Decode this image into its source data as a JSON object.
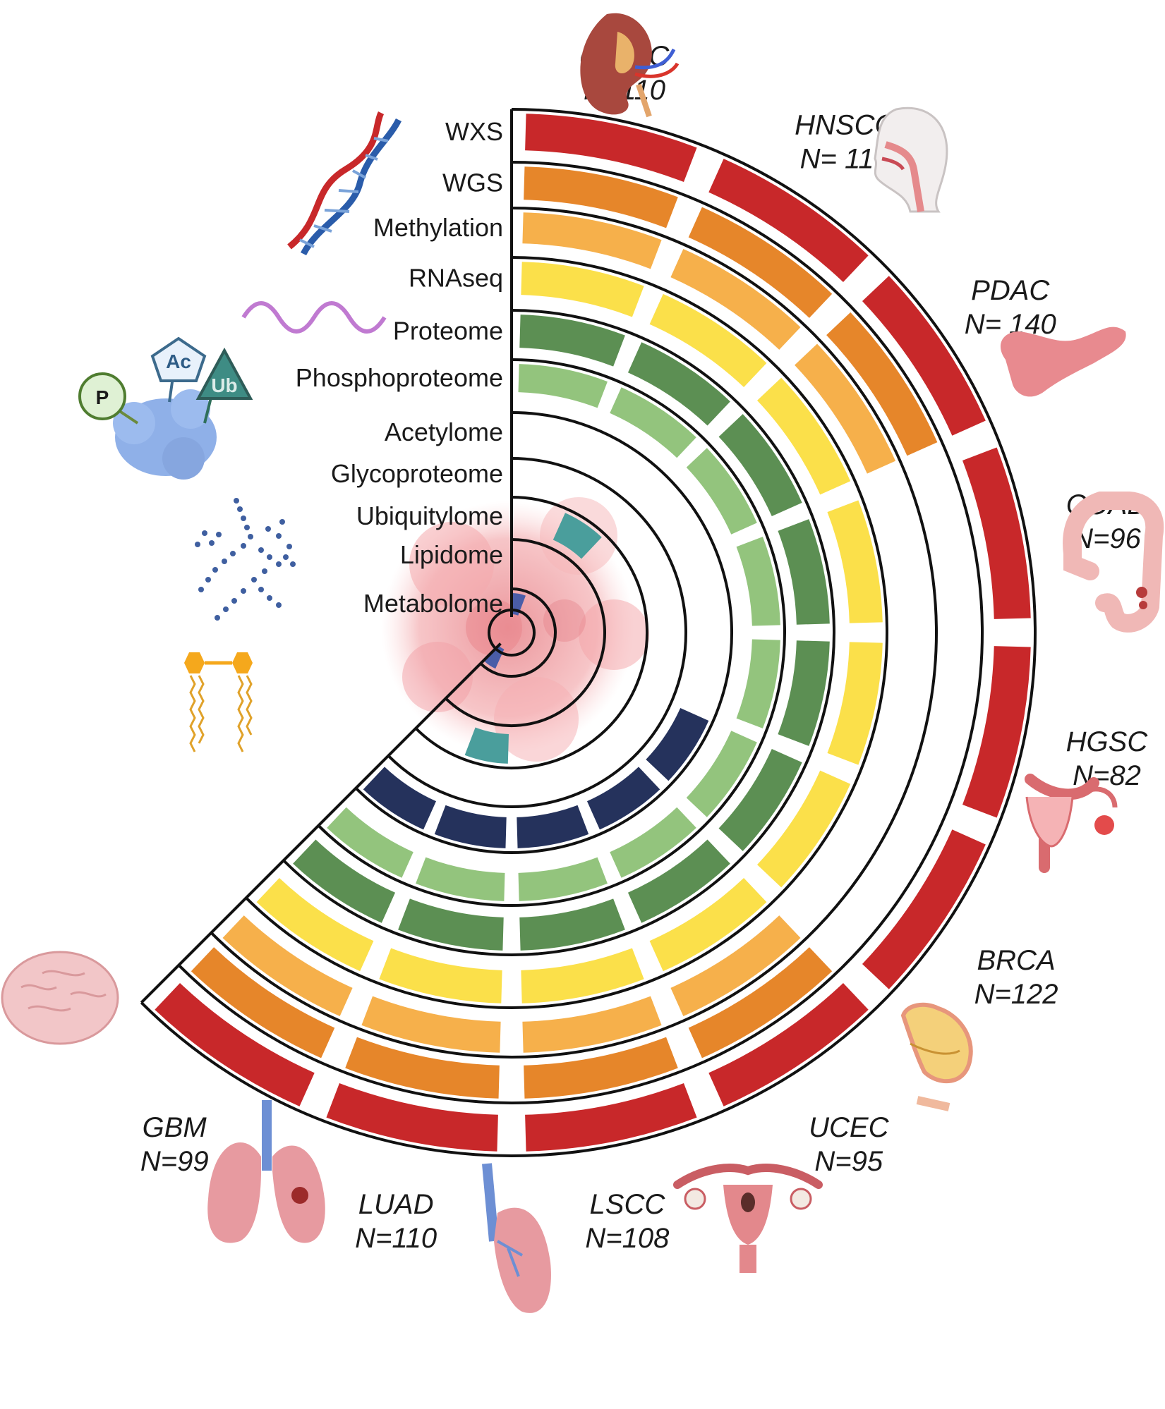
{
  "omics_layers": [
    {
      "id": "wxs",
      "label": "WXS",
      "color": "#c8282a",
      "segments": [
        true,
        true,
        true,
        true,
        true,
        true,
        true,
        true,
        true,
        true
      ]
    },
    {
      "id": "wgs",
      "label": "WGS",
      "color": "#e6862a",
      "segments": [
        true,
        true,
        true,
        false,
        false,
        false,
        true,
        true,
        true,
        true
      ]
    },
    {
      "id": "methylation",
      "label": "Methylation",
      "color": "#f6b04b",
      "segments": [
        true,
        true,
        true,
        false,
        false,
        false,
        true,
        true,
        true,
        true
      ]
    },
    {
      "id": "rnaseq",
      "label": "RNAseq",
      "color": "#fbe04a",
      "segments": [
        true,
        true,
        true,
        true,
        true,
        true,
        true,
        true,
        true,
        true
      ]
    },
    {
      "id": "proteome",
      "label": "Proteome",
      "color": "#5c8f53",
      "segments": [
        true,
        true,
        true,
        true,
        true,
        true,
        true,
        true,
        true,
        true
      ]
    },
    {
      "id": "phosphoproteome",
      "label": "Phosphoproteome",
      "color": "#93c47d",
      "segments": [
        true,
        true,
        true,
        true,
        true,
        true,
        true,
        true,
        true,
        true
      ]
    },
    {
      "id": "acetylome",
      "label": "Acetylome",
      "color": "#25325c",
      "segments": [
        false,
        false,
        false,
        false,
        false,
        true,
        true,
        true,
        true,
        true
      ]
    },
    {
      "id": "glycoproteome",
      "label": "Glycoproteome",
      "color": "#4a9e9c",
      "segments": [
        false,
        false,
        false,
        false,
        false,
        false,
        false,
        false,
        false,
        false
      ]
    },
    {
      "id": "ubiquitylome",
      "label": "Ubiquitylome",
      "color": "#4a9e9c",
      "segments": [
        false,
        true,
        false,
        false,
        false,
        false,
        false,
        false,
        true,
        false
      ]
    },
    {
      "id": "lipidome",
      "label": "Lipidome",
      "color": "#4a9e9c",
      "segments": [
        false,
        false,
        false,
        false,
        false,
        false,
        false,
        false,
        false,
        false
      ]
    },
    {
      "id": "metabolome",
      "label": "Metabolome",
      "color": "#4a5da8",
      "segments": [
        true,
        false,
        false,
        false,
        false,
        false,
        false,
        false,
        false,
        true
      ]
    }
  ],
  "cancers": [
    {
      "id": "ccrcc",
      "name": "ccRCC",
      "n": "N=110",
      "organ": "kidney-icon"
    },
    {
      "id": "hnscc",
      "name": "HNSCC",
      "n": "N= 110",
      "organ": "head-neck-icon"
    },
    {
      "id": "pdac",
      "name": "PDAC",
      "n": "N= 140",
      "organ": "pancreas-icon"
    },
    {
      "id": "coad",
      "name": "COAD",
      "n": "N=96",
      "organ": "colon-icon"
    },
    {
      "id": "hgsc",
      "name": "HGSC",
      "n": "N=82",
      "organ": "ovary-icon"
    },
    {
      "id": "brca",
      "name": "BRCA",
      "n": "N=122",
      "organ": "breast-icon"
    },
    {
      "id": "ucec",
      "name": "UCEC",
      "n": "N=95",
      "organ": "uterus-icon"
    },
    {
      "id": "lscc",
      "name": "LSCC",
      "n": "N=108",
      "organ": "lung-lscc-icon"
    },
    {
      "id": "luad",
      "name": "LUAD",
      "n": "N=110",
      "organ": "lung-luad-icon"
    },
    {
      "id": "gbm",
      "name": "GBM",
      "n": "N=99",
      "organ": "brain-icon"
    }
  ],
  "ptm_icons": {
    "phospho": "P",
    "acetyl": "Ac",
    "ubiquitin": "Ub"
  },
  "colors": {
    "outline": "#111111",
    "tumor": "#f2a7a9"
  }
}
